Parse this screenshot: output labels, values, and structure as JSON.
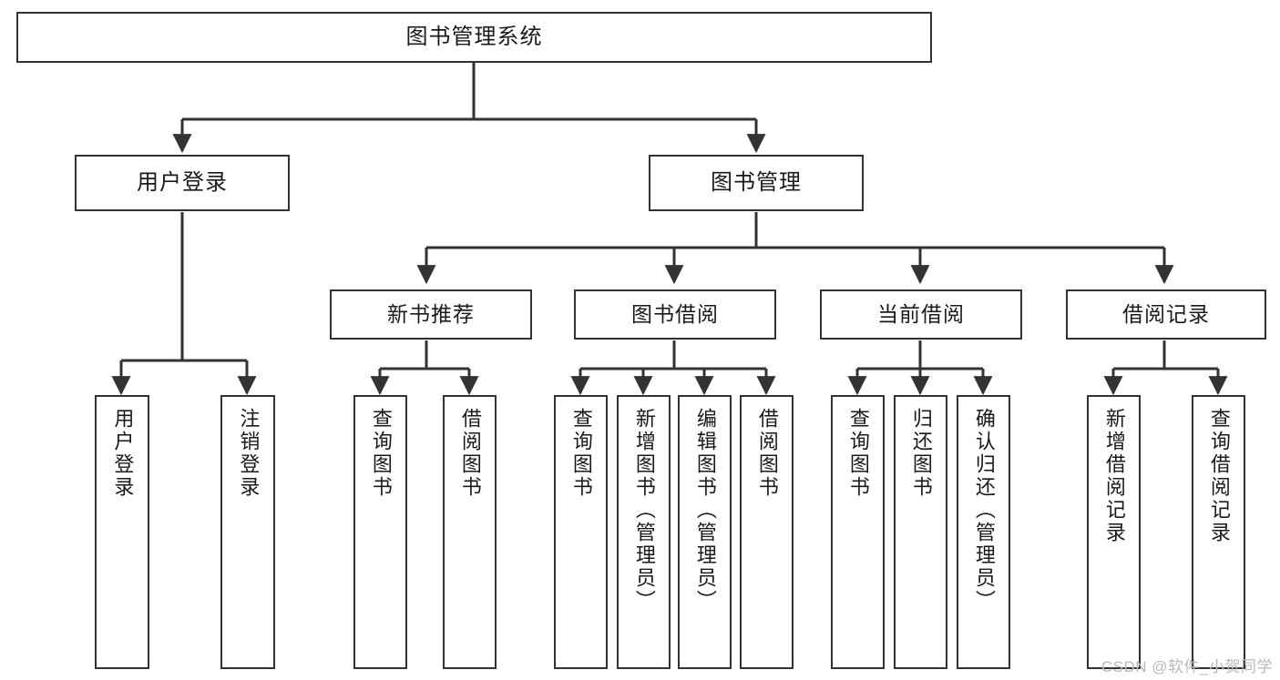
{
  "diagram": {
    "title": "图书管理系统",
    "watermark": "CSDN @软件_小贺同学",
    "colors": {
      "node_border": "#333333",
      "node_fill": "#ffffff",
      "edge": "#333333",
      "text": "#1a1a1a",
      "watermark": "#b9b9b9"
    },
    "nodes": {
      "root": {
        "label": "图书管理系统"
      },
      "level2": [
        {
          "id": "user-login",
          "label": "用户登录"
        },
        {
          "id": "book-management",
          "label": "图书管理"
        }
      ],
      "level3": [
        {
          "id": "new-book-recommend",
          "label": "新书推荐"
        },
        {
          "id": "book-borrow",
          "label": "图书借阅"
        },
        {
          "id": "current-borrow",
          "label": "当前借阅"
        },
        {
          "id": "borrow-record",
          "label": "借阅记录"
        }
      ],
      "leaves": {
        "user_login": [
          {
            "id": "leaf-user-login",
            "label": "用户登录"
          },
          {
            "id": "leaf-logout-login",
            "label": "注销登录"
          }
        ],
        "new_book_recommend": [
          {
            "id": "leaf-query-book-1",
            "label": "查询图书"
          },
          {
            "id": "leaf-borrow-book-1",
            "label": "借阅图书"
          }
        ],
        "book_borrow": [
          {
            "id": "leaf-query-book-2",
            "label": "查询图书"
          },
          {
            "id": "leaf-add-book",
            "label": "新增图书（管理员）"
          },
          {
            "id": "leaf-edit-book",
            "label": "编辑图书（管理员）"
          },
          {
            "id": "leaf-borrow-book-2",
            "label": "借阅图书"
          }
        ],
        "current_borrow": [
          {
            "id": "leaf-query-book-3",
            "label": "查询图书"
          },
          {
            "id": "leaf-return-book",
            "label": "归还图书"
          },
          {
            "id": "leaf-confirm-return",
            "label": "确认归还（管理员）"
          }
        ],
        "borrow_record": [
          {
            "id": "leaf-add-record",
            "label": "新增借阅记录"
          },
          {
            "id": "leaf-query-record",
            "label": "查询借阅记录"
          }
        ]
      }
    }
  }
}
